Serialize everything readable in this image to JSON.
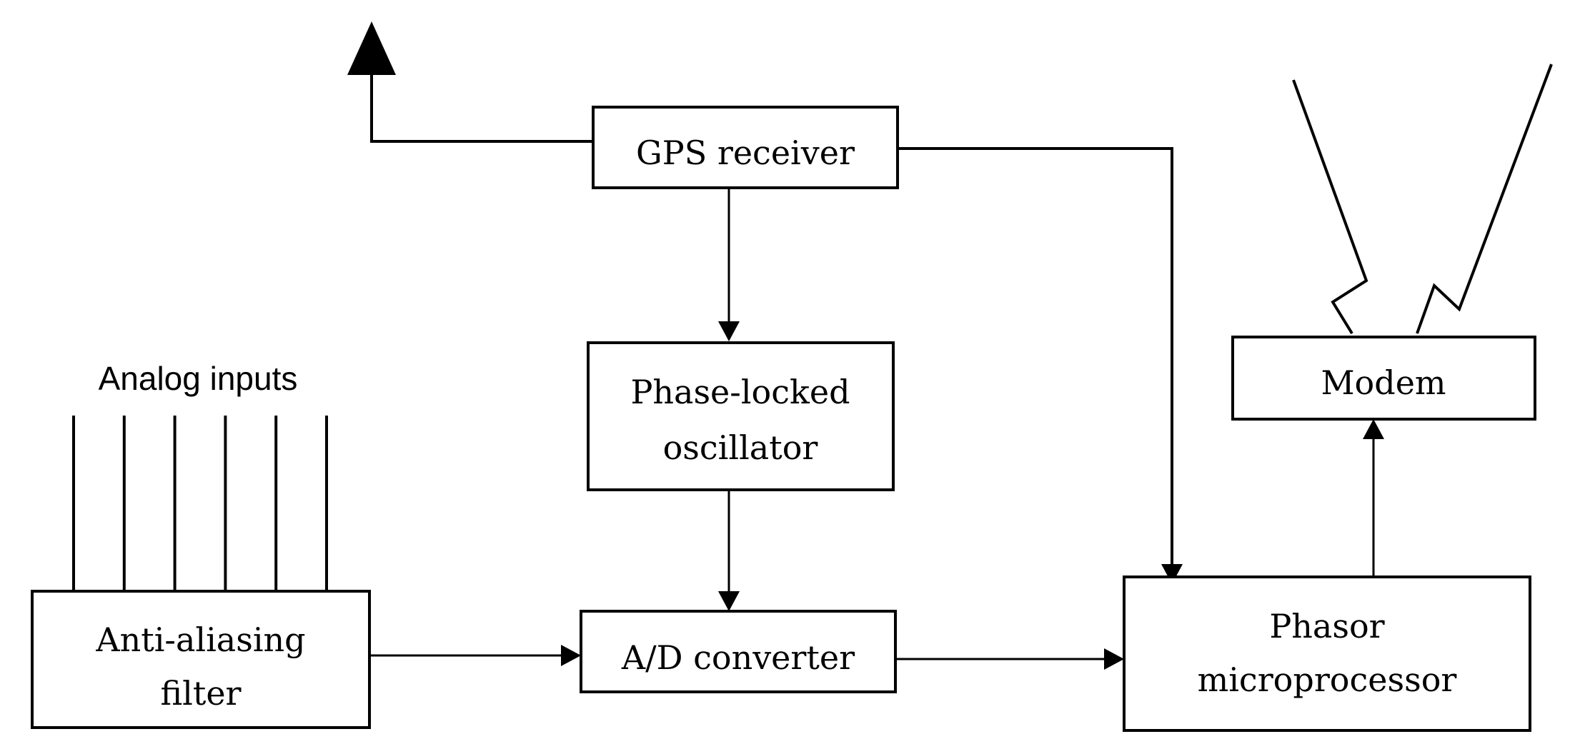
{
  "blocks": {
    "gps_receiver": {
      "label": "GPS receiver"
    },
    "phase_locked_oscillator": {
      "line1": "Phase-locked",
      "line2": "oscillator"
    },
    "anti_aliasing_filter": {
      "line1": "Anti-aliasing",
      "line2": "filter"
    },
    "ad_converter": {
      "label": "A/D converter"
    },
    "phasor_microprocessor": {
      "line1": "Phasor",
      "line2": "microprocessor"
    },
    "modem": {
      "label": "Modem"
    }
  },
  "analog_inputs": {
    "label": "Analog inputs",
    "count": 6
  },
  "colors": {
    "stroke": "#000000",
    "background": "#ffffff"
  }
}
